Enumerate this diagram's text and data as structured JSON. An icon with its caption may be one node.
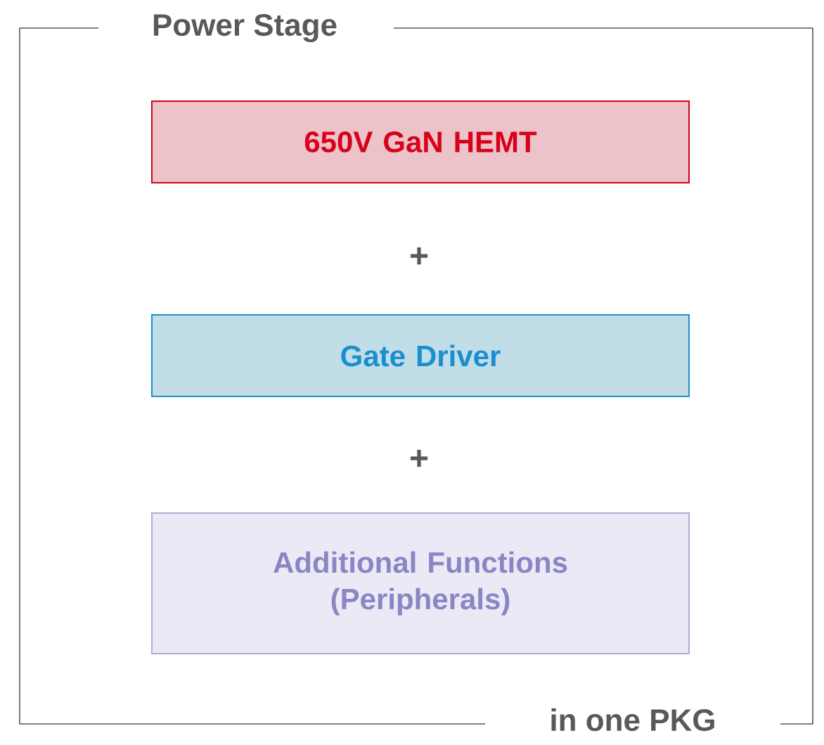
{
  "diagram": {
    "nodes": [
      {
        "text": [
          "Power Stage",
          "in one PKG"
        ]
      },
      {
        "text": [
          "650V GaN HEMT"
        ],
        "in": 0
      },
      {
        "text": [
          "Gate Driver"
        ],
        "in": 0
      },
      {
        "text": [
          "Additional Functions (Peripherals)"
        ],
        "in": 0
      }
    ],
    "labels": [
      "+",
      "+"
    ]
  }
}
